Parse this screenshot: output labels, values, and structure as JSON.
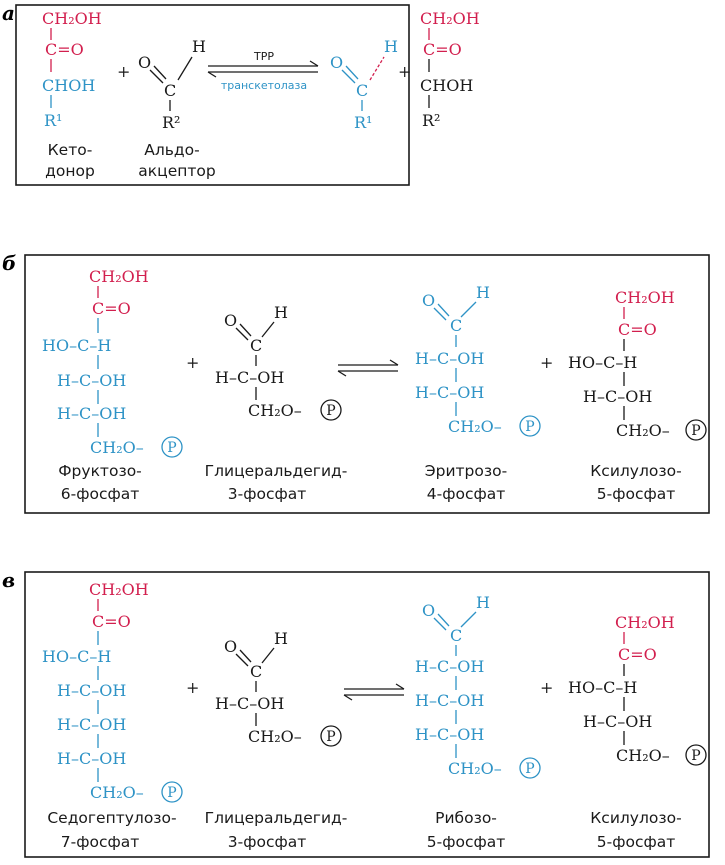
{
  "colors": {
    "red": "#d21f4e",
    "blue": "#2e93c6",
    "black": "#1a1a1a"
  },
  "panels": [
    {
      "label": "а",
      "arrow": {
        "top": "TPP",
        "bottom": "транскетолаза"
      },
      "molecules": [
        {
          "caption": [
            "Кето-",
            "донор"
          ]
        },
        {
          "caption": [
            "Альдо-",
            "акцептор"
          ]
        },
        {
          "caption": [
            "",
            ""
          ]
        },
        {
          "caption": [
            "",
            ""
          ]
        }
      ]
    },
    {
      "label": "б",
      "molecules": [
        {
          "caption": [
            "Фруктозо-",
            "6-фосфат"
          ]
        },
        {
          "caption": [
            "Глицеральдегид-",
            "3-фосфат"
          ]
        },
        {
          "caption": [
            "Эритрозо-",
            "4-фосфат"
          ]
        },
        {
          "caption": [
            "Ксилулозо-",
            "5-фосфат"
          ]
        }
      ]
    },
    {
      "label": "в",
      "molecules": [
        {
          "caption": [
            "Седогептулозо-",
            "7-фосфат"
          ]
        },
        {
          "caption": [
            "Глицеральдегид-",
            "3-фосфат"
          ]
        },
        {
          "caption": [
            "Рибозо-",
            "5-фосфат"
          ]
        },
        {
          "caption": [
            "Ксилулозо-",
            "5-фосфат"
          ]
        }
      ]
    }
  ],
  "labels": {
    "ch2oh": "CH₂OH",
    "co": "C=O",
    "choh": "CHOH",
    "choh_ocr": "CHOH",
    "o": "O",
    "h": "H",
    "c": "C",
    "r1": "R¹",
    "r2": "R²",
    "plus": "+",
    "ho_c_h": "HO–C–H",
    "h_c_oh": "H–C–OH",
    "ch2o_p": "CH₂O–",
    "p": "P"
  }
}
